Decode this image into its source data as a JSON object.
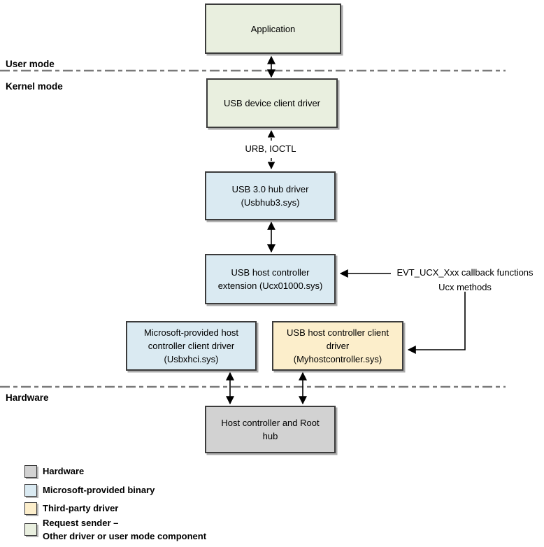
{
  "colors": {
    "hardware_fill": "#D2D2D2",
    "microsoft_fill": "#DAEAF2",
    "third_party_fill": "#FCEECB",
    "request_sender_fill": "#E9EFDF",
    "box_border": "#3B3B3B",
    "divider_gray": "#7A7A7A",
    "arrow_black": "#000000"
  },
  "boxes": {
    "application": {
      "label": "Application"
    },
    "usb_device_client_driver": {
      "label": "USB device client driver"
    },
    "usb3_hub_driver": {
      "label": "USB 3.0 hub driver\n(Usbhub3.sys)"
    },
    "usb_host_controller_extension": {
      "label": "USB host controller\nextension (Ucx01000.sys)"
    },
    "microsoft_host_controller_client_driver": {
      "label": "Microsoft-provided host\ncontroller client driver\n(Usbxhci.sys)"
    },
    "usb_host_controller_client_driver": {
      "label": "USB host controller client\ndriver\n(Myhostcontroller.sys)"
    },
    "host_controller_root_hub": {
      "label": "Host controller and Root\nhub"
    }
  },
  "dividers": {
    "user_mode": "User mode",
    "kernel_mode": "Kernel mode",
    "hardware": "Hardware"
  },
  "annotations": {
    "urb_ioctl": "URB, IOCTL",
    "ucx_callbacks": "EVT_UCX_Xxx callback functions\nUcx methods"
  },
  "legend": [
    {
      "label": "Hardware",
      "color": "#D2D2D2"
    },
    {
      "label": "Microsoft-provided binary",
      "color": "#DAEAF2"
    },
    {
      "label": "Third-party driver",
      "color": "#FCEECB"
    },
    {
      "label": "Request sender –\nOther driver or user mode component",
      "color": "#E9EFDF"
    }
  ]
}
